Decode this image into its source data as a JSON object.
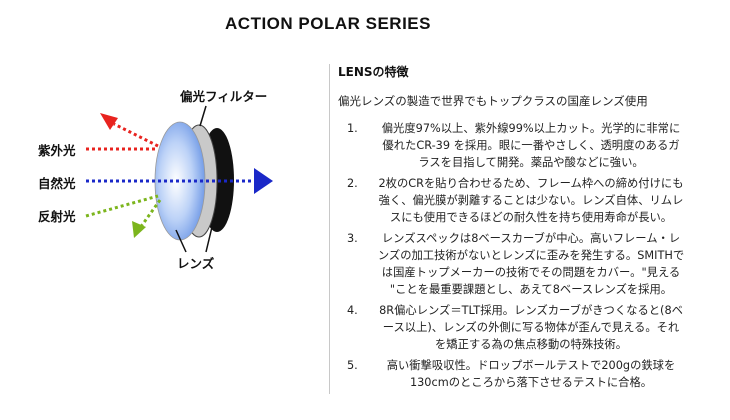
{
  "title": "ACTION POLAR SERIES",
  "diagram": {
    "label_filter": "偏光フィルター",
    "label_uv": "紫外光",
    "label_natural": "自然光",
    "label_reflected": "反射光",
    "label_lens": "レンズ",
    "colors": {
      "uv": "#e8231f",
      "natural": "#1a28c8",
      "reflected": "#7cb51d"
    }
  },
  "lens": {
    "heading": "LENSの特徴",
    "intro": "偏光レンズの製造で世界でもトップクラスの国産レンズ使用",
    "items": [
      {
        "num": "1.",
        "lines": [
          "偏光度97%以上、紫外線99%以上カット。光学的に非常に",
          "優れたCR-39 を採用。眼に一番やさしく、透明度のあるガ",
          "ラスを目指して開発。薬品や酸などに強い。"
        ]
      },
      {
        "num": "2.",
        "lines": [
          "2枚のCRを貼り合わせるため、フレーム枠への締め付けにも",
          "強く、偏光膜が剥離することは少ない。レンズ自体、リムレ",
          "スにも使用できるほどの耐久性を持ち使用寿命が長い。"
        ]
      },
      {
        "num": "3.",
        "lines": [
          "レンズスペックは8ベースカーブが中心。高いフレーム・レ",
          "ンズの加工技術がないとレンズに歪みを発生する。SMITHで",
          "は国産トップメーカーの技術でその問題をカバー。\"見える",
          "\"ことを最重要課題とし、あえて8ベースレンズを採用。"
        ]
      },
      {
        "num": "4.",
        "lines": [
          "8R偏心レンズ＝TLT採用。レンズカーブがきつくなると(8ベ",
          "ース以上)、レンズの外側に写る物体が歪んで見える。それ",
          "を矯正する為の焦点移動の特殊技術。"
        ]
      },
      {
        "num": "5.",
        "lines": [
          "高い衝撃吸収性。ドロップボールテストで200gの鉄球を",
          "130cmのところから落下させるテストに合格。"
        ]
      }
    ]
  }
}
